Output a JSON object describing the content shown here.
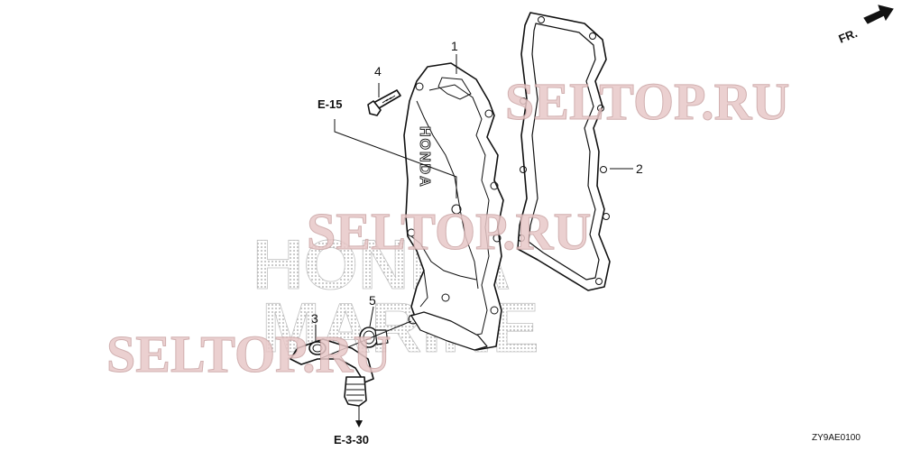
{
  "diagram": {
    "callouts": [
      {
        "id": "1",
        "label": "1"
      },
      {
        "id": "2",
        "label": "2"
      },
      {
        "id": "3",
        "label": "3"
      },
      {
        "id": "4",
        "label": "4"
      },
      {
        "id": "5",
        "label": "5"
      }
    ],
    "references": {
      "e15": "E-15",
      "e330": "E-3-30",
      "front": "FR."
    },
    "emboss_text": "HONDA",
    "drawing_code": "ZY9AE0100"
  },
  "watermarks": {
    "seltop": "SELTOP.RU",
    "honda_top": "HONDA",
    "honda_bottom": "MARINE"
  }
}
